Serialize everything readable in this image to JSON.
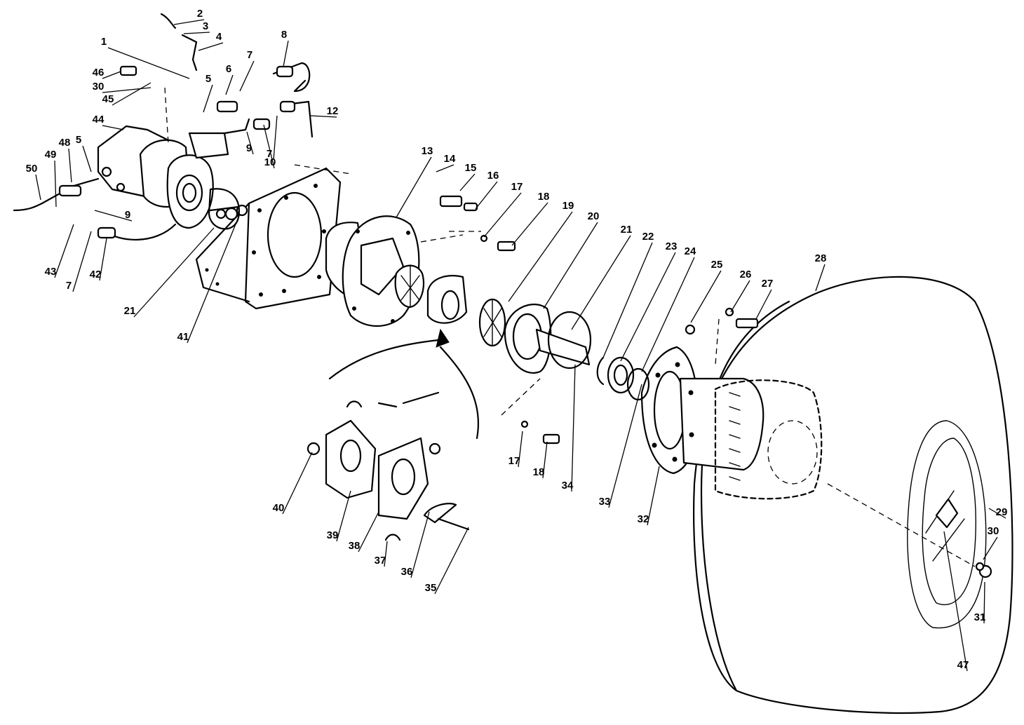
{
  "diagram": {
    "style": "exploded parts view",
    "parts": [
      {
        "id": "p1",
        "label": "1"
      },
      {
        "id": "p2",
        "label": "2"
      },
      {
        "id": "p3",
        "label": "3"
      },
      {
        "id": "p4",
        "label": "4"
      },
      {
        "id": "p5a",
        "label": "5"
      },
      {
        "id": "p5b",
        "label": "5"
      },
      {
        "id": "p6",
        "label": "6"
      },
      {
        "id": "p7a",
        "label": "7"
      },
      {
        "id": "p7b",
        "label": "7"
      },
      {
        "id": "p7c",
        "label": "7"
      },
      {
        "id": "p8",
        "label": "8"
      },
      {
        "id": "p9a",
        "label": "9"
      },
      {
        "id": "p9b",
        "label": "9"
      },
      {
        "id": "p10",
        "label": "10"
      },
      {
        "id": "p12",
        "label": "12"
      },
      {
        "id": "p13",
        "label": "13"
      },
      {
        "id": "p14",
        "label": "14"
      },
      {
        "id": "p15",
        "label": "15"
      },
      {
        "id": "p16",
        "label": "16"
      },
      {
        "id": "p17a",
        "label": "17"
      },
      {
        "id": "p17b",
        "label": "17"
      },
      {
        "id": "p18a",
        "label": "18"
      },
      {
        "id": "p18b",
        "label": "18"
      },
      {
        "id": "p19",
        "label": "19"
      },
      {
        "id": "p20",
        "label": "20"
      },
      {
        "id": "p21a",
        "label": "21"
      },
      {
        "id": "p21b",
        "label": "21"
      },
      {
        "id": "p22",
        "label": "22"
      },
      {
        "id": "p23",
        "label": "23"
      },
      {
        "id": "p24",
        "label": "24"
      },
      {
        "id": "p25",
        "label": "25"
      },
      {
        "id": "p26",
        "label": "26"
      },
      {
        "id": "p27",
        "label": "27"
      },
      {
        "id": "p28",
        "label": "28"
      },
      {
        "id": "p29",
        "label": "29"
      },
      {
        "id": "p30a",
        "label": "30"
      },
      {
        "id": "p30b",
        "label": "30"
      },
      {
        "id": "p31",
        "label": "31"
      },
      {
        "id": "p32",
        "label": "32"
      },
      {
        "id": "p33",
        "label": "33"
      },
      {
        "id": "p34",
        "label": "34"
      },
      {
        "id": "p35",
        "label": "35"
      },
      {
        "id": "p36",
        "label": "36"
      },
      {
        "id": "p37",
        "label": "37"
      },
      {
        "id": "p38",
        "label": "38"
      },
      {
        "id": "p39",
        "label": "39"
      },
      {
        "id": "p40",
        "label": "40"
      },
      {
        "id": "p41",
        "label": "41"
      },
      {
        "id": "p42",
        "label": "42"
      },
      {
        "id": "p43",
        "label": "43"
      },
      {
        "id": "p44",
        "label": "44"
      },
      {
        "id": "p45",
        "label": "45"
      },
      {
        "id": "p46",
        "label": "46"
      },
      {
        "id": "p47",
        "label": "47"
      },
      {
        "id": "p48",
        "label": "48"
      },
      {
        "id": "p49",
        "label": "49"
      },
      {
        "id": "p50",
        "label": "50"
      }
    ]
  }
}
